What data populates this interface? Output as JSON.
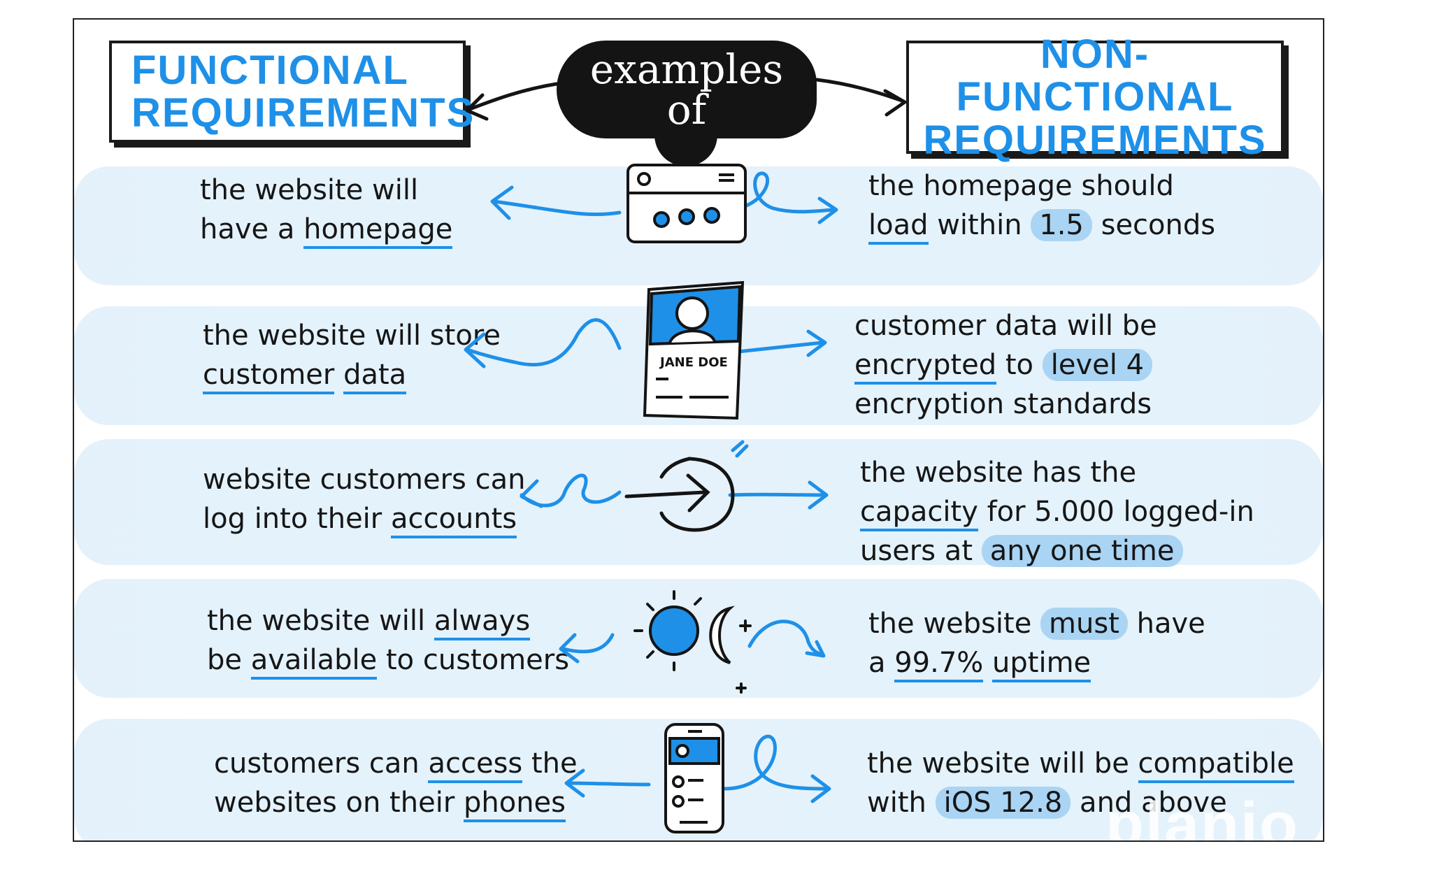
{
  "header": {
    "left_line1": "Functional",
    "left_line2": "Requirements",
    "center_line1": "examples",
    "center_line2": "of",
    "right_line1": "Non-Functional",
    "right_line2": "Requirements"
  },
  "rows": [
    {
      "functional": {
        "p1": "the website will",
        "p2": "have a ",
        "u1": "homepage"
      },
      "icon": "browser-window-icon",
      "nonfunctional": {
        "p1": "the homepage should",
        "u1": "load",
        "p2": " within ",
        "h1": "1.5",
        "p3": " seconds"
      }
    },
    {
      "functional": {
        "p1": "the website will store",
        "u1": "customer",
        "sp": " ",
        "u2": "data"
      },
      "icon": "id-card-icon",
      "card_name": "JANE DOE",
      "nonfunctional": {
        "p1": "customer data will be",
        "u1": "encrypted",
        "p2": " to ",
        "h1": "level 4",
        "p3": "encryption standards"
      }
    },
    {
      "functional": {
        "p1": "website customers can",
        "p2": "log into their ",
        "u1": "accounts"
      },
      "icon": "login-arrow-icon",
      "nonfunctional": {
        "p1": "the website has the",
        "u1": "capacity",
        "p2": " for 5.000 logged-in",
        "p3": "users at ",
        "h1": "any one time"
      }
    },
    {
      "functional": {
        "p1": "the website will ",
        "u1": "always",
        "p2": "be ",
        "u2": "available",
        "p3": " to customers"
      },
      "icon": "sun-moon-icon",
      "nonfunctional": {
        "p1": "the website ",
        "h1": "must",
        "p2": " have",
        "p3": "a ",
        "u1": "99.7%",
        "sp": " ",
        "u2": "uptime"
      }
    },
    {
      "functional": {
        "p1": "customers can ",
        "u1": "access",
        "p2": " the",
        "p3": "websites on their ",
        "u2": "phones"
      },
      "icon": "smartphone-icon",
      "nonfunctional": {
        "p1": "the website will be ",
        "u1": "compatible",
        "p2": "with ",
        "h1": "iOS 12.8",
        "p3": " and above"
      }
    }
  ],
  "brand": "planio",
  "colors": {
    "accent": "#1e90e8",
    "highlight": "#aad4f3",
    "ink": "#161616"
  }
}
